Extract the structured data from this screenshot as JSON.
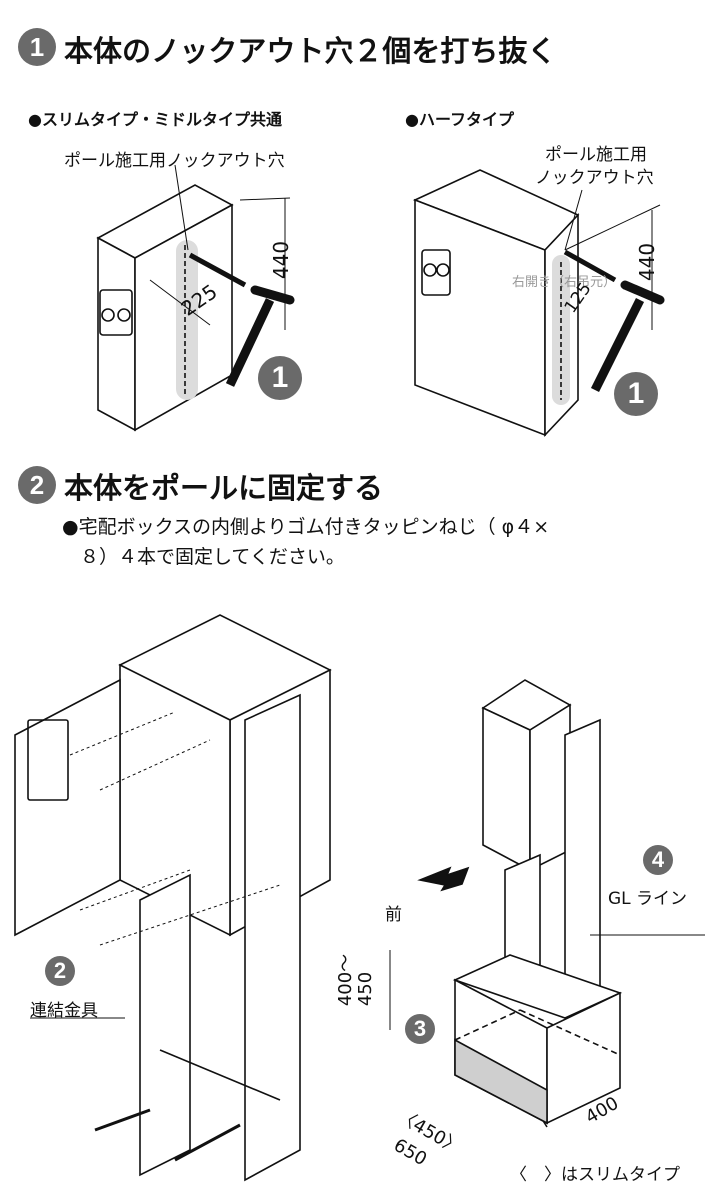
{
  "step1": {
    "number": "1",
    "title": "本体のノックアウト穴２個を打ち抜く"
  },
  "slim_middle": {
    "heading": "●スリムタイプ・ミドルタイプ共通",
    "label": "ポール施工用ノックアウト穴",
    "dim_height": "440",
    "dim_width": "225",
    "badge": "1"
  },
  "half": {
    "heading": "●ハーフタイプ",
    "label_line1": "ポール施工用",
    "label_line2": "ノックアウト穴",
    "dim_height": "440",
    "dim_width": "125",
    "faded_label": "右開き（右吊元）",
    "badge": "1"
  },
  "step2": {
    "number": "2",
    "title": "本体をポールに固定する",
    "note_line1": "●宅配ボックスの内側よりゴム付きタッピンねじ（ φ４×",
    "note_line2": "８）４本で固定してください。"
  },
  "install_left": {
    "badge": "2",
    "bracket_label": "連結金具"
  },
  "install_right": {
    "front_label": "前",
    "badge3": "3",
    "badge4": "4",
    "gl_label": "GL ライン",
    "dim_depth": "400～\n450",
    "dim_400": "400",
    "dim_650_slim": "〈450〉",
    "dim_650": "650",
    "footnote": "〈　〉はスリムタイプ"
  },
  "colors": {
    "badge": "#6a6a6a",
    "shade": "#dcdcdc"
  }
}
